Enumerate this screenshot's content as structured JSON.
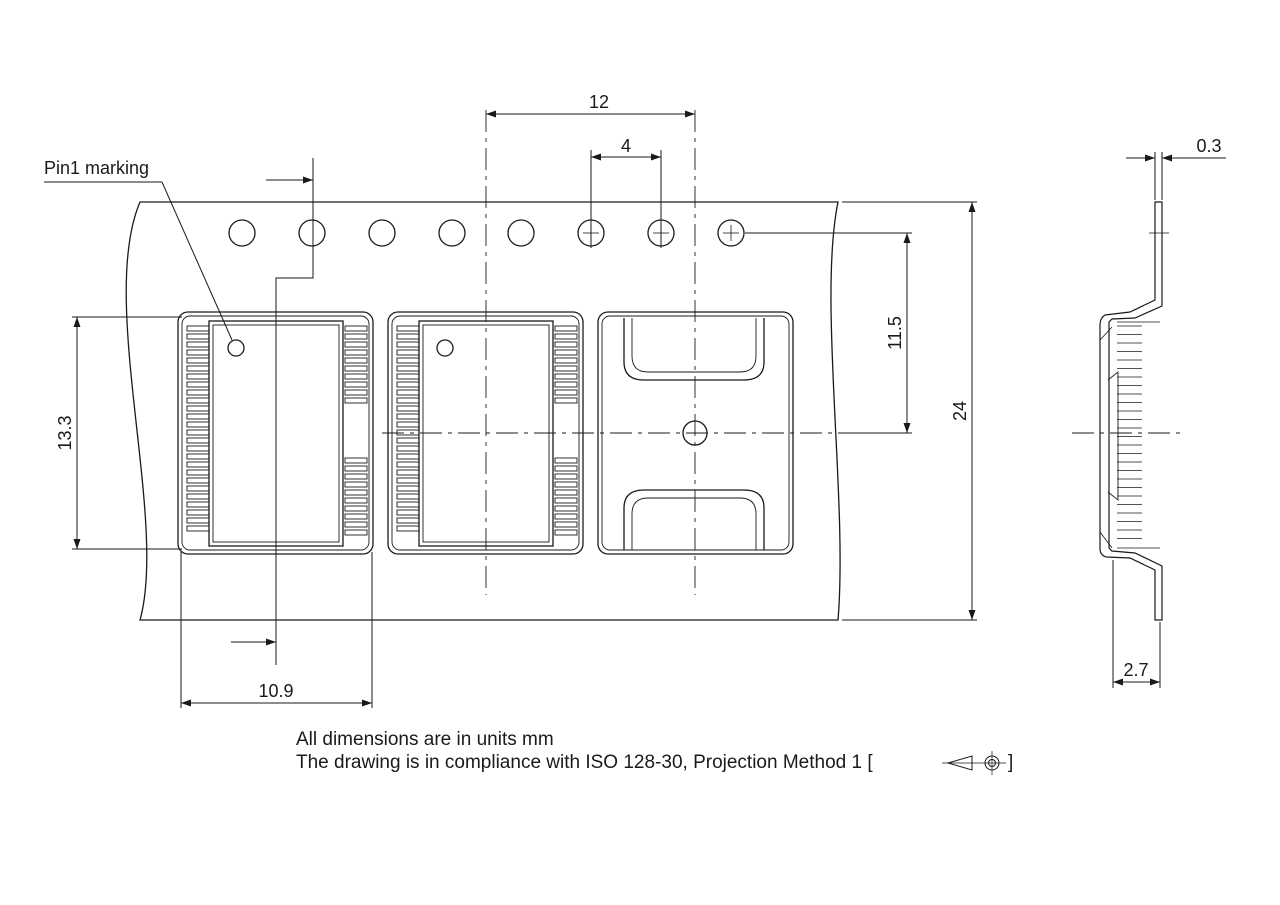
{
  "labels": {
    "pin1": "Pin1 marking",
    "dim_pitch_12": "12",
    "dim_hole_pitch_4": "4",
    "dim_thickness_0_3": "0.3",
    "dim_row_11_5": "11.5",
    "dim_width_24": "24",
    "dim_pocket_13_3": "13.3",
    "dim_pocket_10_9": "10.9",
    "dim_depth_2_7": "2.7"
  },
  "notes": {
    "units": "All dimensions are in units mm",
    "compliance": "The drawing is in compliance with ISO 128-30, Projection Method 1 [",
    "compliance_end": "]"
  },
  "colors": {
    "line": "#1a1a1a",
    "background": "#ffffff"
  },
  "icons": {
    "projection_symbol": "first-angle-projection-icon"
  }
}
